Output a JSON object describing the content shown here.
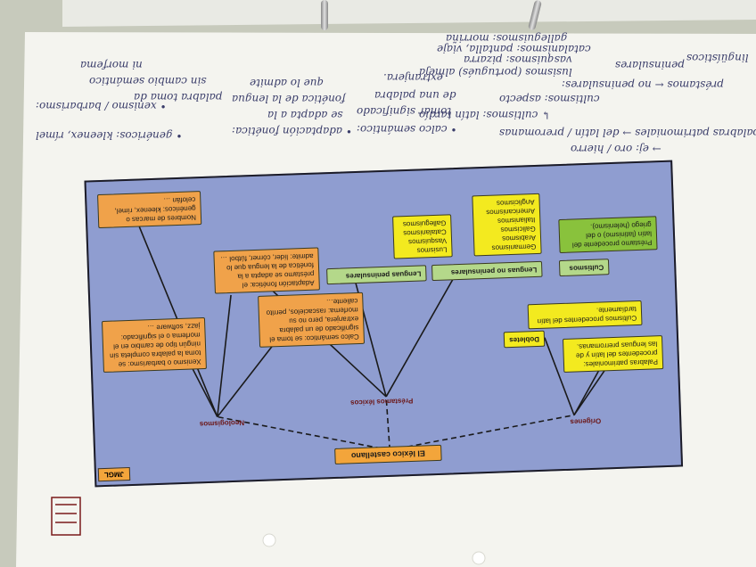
{
  "notes": {
    "line1": "palabras patrimoniales → del latín / preromanas",
    "line2": "→ ej: oro / hierro",
    "line3": "↳ cultismos: latín tardío",
    "line4": "• xenismo / barbarismo:",
    "line5": "préstamos ← no peninsulares:",
    "line6": "peninsulares",
    "line7": "• calco semántico:",
    "line8": "• adaptación fonética:",
    "line9": "• genéricos: kleenex, rímel",
    "line10": "cultismos: aspecto",
    "line11": "tomar significado",
    "line12": "se adapta a la",
    "line13": "fonética de la lengua",
    "line14": "de una palabra",
    "line15": "extranjera.",
    "line16": "que lo admite",
    "line17": "palabra toma da",
    "line18": "sin cambio semántico",
    "line19": "ni morfema",
    "line20": "lingüísticos",
    "line21": "lusismos (portugués) almeja",
    "line22": "vasquismos: pizarra",
    "line23": "catalanismos: pantalla, viaje",
    "line24": "galleguismos: morriña"
  },
  "diagram": {
    "root": "El léxico castellano",
    "branches": [
      "Orígenes",
      "Préstamos léxicos",
      "Neologismos"
    ],
    "origins": {
      "patrimoniales": "Palabras patrimoniales: procedentes del latín y de las lenguas prerromanas.",
      "cultismos": "Cultismos procedentes del latín tardíamente.",
      "dobletes": "Dobletes"
    },
    "prestamos": {
      "cultismos": "Cultismos",
      "no_peninsulares": "Lenguas no peninsulares",
      "peninsulares": "Lenguas peninsulares",
      "cultismos_box": "Préstamo procedente del latín (latinismo) o del griego (helenismo).",
      "no_pen_box": "Germanismos Arabismos Galicismos Italianismos Americanismos Anglicismos",
      "pen_box": "Lusismos Vasquismos Catalanismos Galleguismos"
    },
    "neologismos": {
      "calco": "Calco semántico: se toma el significado de un palabra extranjera, pero no su morfema: rascacielos, perrito caliente…",
      "adaptacion": "Adaptación fonética: el préstamo se adapta a la fonética de la lengua que lo admite: líder, córner, fútbol …",
      "xenismo": "Xenismo o barbarismo: se toma la palabra completa sin ningún tipo de cambio en el morfema o el significado: jazz, software …",
      "marcas": "Nombres de marcas o genéricos: kleenex, rímel, celofán …"
    },
    "tag": "JMGL"
  },
  "colors": {
    "panel": "#8f9dd0",
    "orange": "#f0a24a",
    "yellow": "#f3ea1f",
    "green": "#b4d88a",
    "paper": "#f4f4ef"
  }
}
